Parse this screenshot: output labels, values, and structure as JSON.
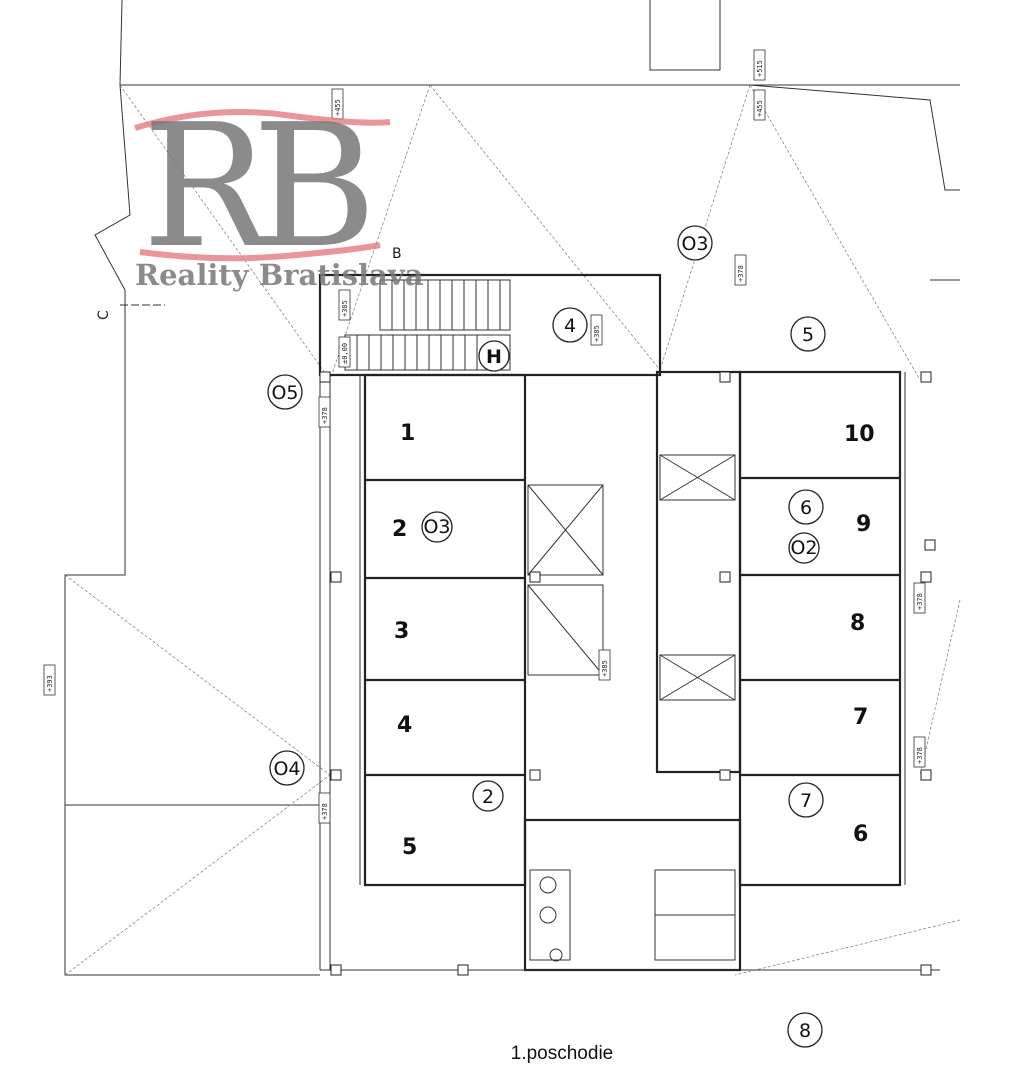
{
  "plan": {
    "caption": "1.poschodie",
    "section_marks": [
      "B",
      "C"
    ],
    "rooms": [
      {
        "id": "1",
        "label": "1"
      },
      {
        "id": "2",
        "label": "2"
      },
      {
        "id": "3",
        "label": "3"
      },
      {
        "id": "4",
        "label": "4"
      },
      {
        "id": "5",
        "label": "5"
      },
      {
        "id": "6",
        "label": "6"
      },
      {
        "id": "7",
        "label": "7"
      },
      {
        "id": "8",
        "label": "8"
      },
      {
        "id": "9",
        "label": "9"
      },
      {
        "id": "10",
        "label": "10"
      }
    ],
    "markers": [
      "4",
      "5",
      "6",
      "7",
      "8",
      "2",
      "H",
      "O5",
      "O4",
      "O3",
      "O2",
      "O3"
    ],
    "elevations": [
      "+455",
      "+515",
      "+455",
      "+378",
      "+385",
      "±0,00",
      "+385",
      "+378",
      "+378",
      "+378",
      "+378",
      "+393",
      "+385"
    ]
  },
  "watermark": {
    "logo_letters": "RB",
    "brand": "Reality Bratislava",
    "accent_color": "#e57b80"
  }
}
